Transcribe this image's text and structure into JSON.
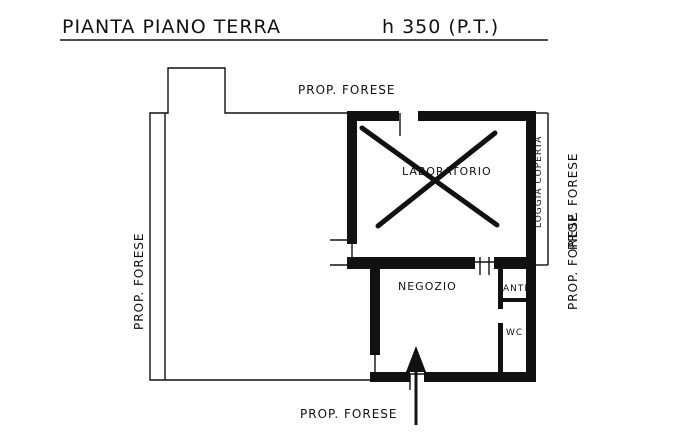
{
  "title": "PIANTA PIANO TERRA",
  "height_label": "h 350 (P.T.)",
  "labels": {
    "prop_top": "PROP. FORESE",
    "prop_left": "PROP. FORESE",
    "prop_right": "PROP. FORESE",
    "prop_bottom": "PROP. FORESE",
    "laboratorio": "LABORATORIO",
    "loggia": "LOGGIA COPERTA",
    "negozio": "NEGOZIO",
    "anti": "ANTI",
    "wc": "WC"
  },
  "colors": {
    "ink": "#111111",
    "paper": "#ffffff"
  }
}
